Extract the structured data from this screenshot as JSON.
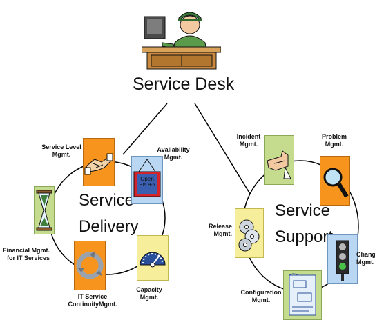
{
  "center": {
    "title": "Service Desk"
  },
  "delivery": {
    "title_line1": "Service",
    "title_line2": "Delivery",
    "items": [
      {
        "line1": "Service Level",
        "line2": "Mgmt.",
        "icon": "handshake-icon"
      },
      {
        "line1": "Availability",
        "line2": "Mgmt.",
        "icon": "open-sign-icon",
        "sign_line1": "Open",
        "sign_line2": "Hrs 9-5"
      },
      {
        "line1": "Capacity",
        "line2": "Mgmt.",
        "icon": "gauge-icon"
      },
      {
        "line1": "IT Service",
        "line2": "ContinuityMgmt.",
        "icon": "recycle-icon"
      },
      {
        "line1": "Financial Mgmt.",
        "line2": "for IT Services",
        "icon": "hourglass-icon"
      }
    ]
  },
  "support": {
    "title_line1": "Service",
    "title_line2": "Support",
    "items": [
      {
        "line1": "Incident",
        "line2": "Mgmt.",
        "icon": "pointing-hand-icon"
      },
      {
        "line1": "Problem",
        "line2": "Mgmt.",
        "icon": "magnifier-icon"
      },
      {
        "line1": "Change",
        "line2": "Mgmt.",
        "icon": "traffic-light-icon"
      },
      {
        "line1": "Configuration",
        "line2": "Mgmt.",
        "icon": "blueprint-icon"
      },
      {
        "line1": "Release",
        "line2": "Mgmt.",
        "icon": "discs-icon"
      }
    ]
  },
  "colors": {
    "orange": "#f7941d",
    "green": "#c5dc8f",
    "blue": "#b9d7f2",
    "yellow": "#f6ee9a",
    "line": "#000000"
  }
}
